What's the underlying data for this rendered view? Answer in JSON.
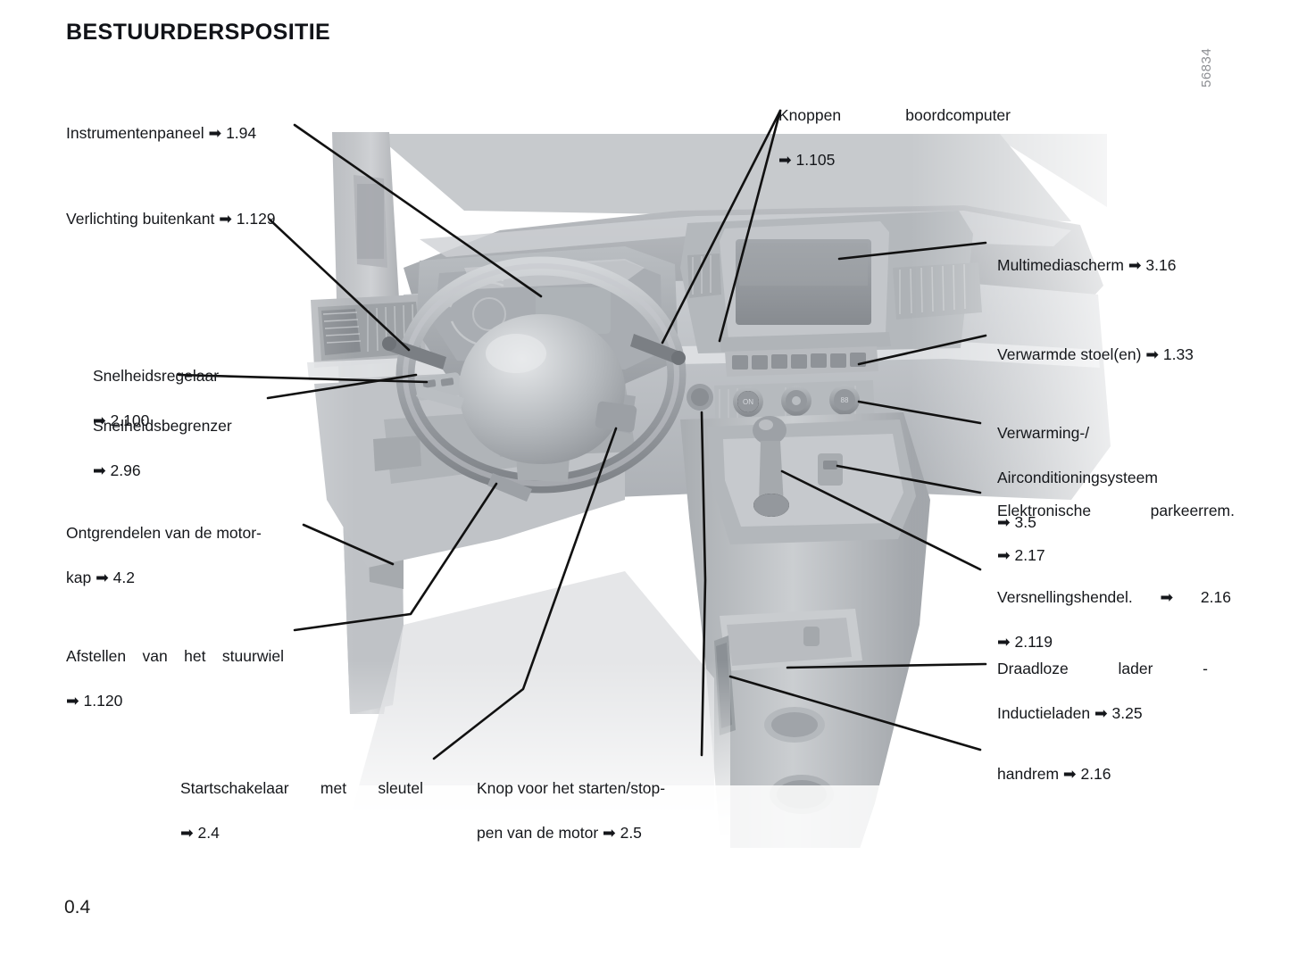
{
  "document": {
    "title": "BESTUURDERSPOSITIE",
    "page_number": "0.4",
    "figure_reference": "56834",
    "arrow_glyph": "➡"
  },
  "callouts": {
    "instrument_panel": {
      "name": "instrumentenpaneel",
      "lines": [
        "Instrumentenpaneel ➡ 1.94"
      ]
    },
    "exterior_lighting": {
      "name": "verlichting-buitenkant",
      "lines": [
        "Verlichting buitenkant ➡ 1.129"
      ]
    },
    "cruise_control": {
      "name": "snelheidsregelaar",
      "lines": [
        "Snelheidsregelaar",
        "➡ 2.100"
      ]
    },
    "speed_limiter": {
      "name": "snelheidsbegrenzer",
      "lines": [
        "Snelheidsbegrenzer",
        "➡ 2.96"
      ]
    },
    "bonnet_release": {
      "name": "ontgrendelen-motorkap",
      "lines": [
        "Ontgrendelen van de motor-",
        "kap ➡ 4.2"
      ]
    },
    "steering_wheel_adjust": {
      "name": "afstellen-stuurwiel",
      "lines": [
        "Afstellen van het stuurwiel",
        "➡ 1.120"
      ]
    },
    "ignition_key": {
      "name": "startschakelaar-met-sleutel",
      "lines": [
        "Startschakelaar met sleutel",
        "➡ 2.4"
      ]
    },
    "start_stop_button": {
      "name": "knop-starten-stoppen-motor",
      "lines": [
        "Knop voor het starten/stop-",
        "pen van de motor ➡ 2.5"
      ]
    },
    "trip_computer_buttons": {
      "name": "knoppen-boordcomputer",
      "lines": [
        "Knoppen boordcomputer",
        "➡ 1.105"
      ]
    },
    "multimedia_screen": {
      "name": "multimediascherm",
      "lines": [
        "Multimediascherm ➡ 3.16"
      ]
    },
    "heated_seats": {
      "name": "verwarmde-stoelen",
      "lines": [
        "Verwarmde stoel(en) ➡ 1.33"
      ]
    },
    "climate_system": {
      "name": "verwarming-airconditioningsysteem",
      "lines": [
        "Verwarming-/",
        "Airconditioningsysteem",
        "➡ 3.5"
      ]
    },
    "electronic_parking_brake": {
      "name": "elektronische-parkeerrem",
      "lines": [
        "Elektronische parkeerrem.",
        "➡ 2.17"
      ]
    },
    "gear_lever": {
      "name": "versnellingshendel",
      "lines": [
        "Versnellingshendel. ➡ 2.16",
        "➡ 2.119"
      ]
    },
    "wireless_charger": {
      "name": "draadloze-lader-inductieladen",
      "lines": [
        "Draadloze lader -",
        "Inductieladen ➡ 3.25"
      ]
    },
    "handbrake": {
      "name": "handrem",
      "lines": [
        "handrem ➡ 2.16"
      ]
    }
  },
  "colors": {
    "text": "#15171b",
    "leader_line": "#111111",
    "reference_number": "#8d8f93",
    "illustration_light": "#e9eaec",
    "illustration_mid": "#bcbfc3",
    "illustration_dark": "#8d9095",
    "illustration_darkest": "#5c6064"
  }
}
